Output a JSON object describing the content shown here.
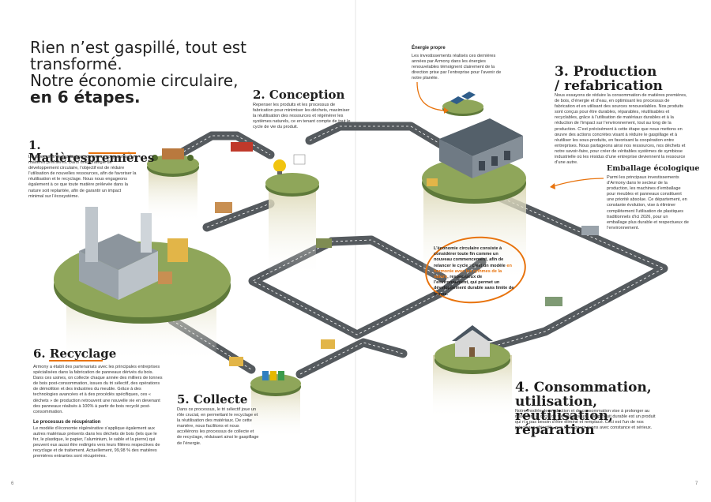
{
  "headline": {
    "line1": "Rien n’est gaspillé, tout est transformé.",
    "line2": "Notre économie circulaire,",
    "line3": "en 6 étapes."
  },
  "steps": {
    "s1": {
      "title": "1. Matièrespremières",
      "body": "Le processus de production commence toujours par les matières premières. Dans une stratégie de développement circulaire, l’objectif est de réduire l’utilisation de nouvelles ressources, afin de favoriser la réutilisation et le recyclage. Nous nous engageons également à ce que toute matière prélevée dans la nature soit replantée, afin de garantir un impact minimal sur l’écosystème."
    },
    "s2": {
      "title": "2. Conception",
      "body": "Repenser les produits et les processus de fabrication pour minimiser les déchets, maximiser la réutilisation des ressources et régénérer les systèmes naturels, ce en tenant compte de tout le cycle de vie du produit."
    },
    "s3": {
      "title_line1": "3. Production",
      "title_line2": "/ refabrication",
      "body": "Nous essayons de réduire la consommation de matières premières, de bois, d’énergie et d’eau, en optimisant les processus de fabrication et en utilisant des sources renouvelables. Nos produits sont conçus pour être durables, réparables, réutilisables et recyclables, grâce à l’utilisation de matériaux durables et à la réduction de l’impact sur l’environnement, tout au long de la production. C’est précisément à cette étape que nous mettons en œuvre des actions concrètes visant à réduire le gaspillage et à réutiliser les sous-produits, en favorisant la coopération entre entreprises. Nous partageons ainsi nos ressources, nos déchets et notre savoir-faire, pour créer de véritables systèmes de symbiose industrielle où les résidus d’une entreprise deviennent la ressource d’une autre."
    },
    "s4": {
      "title_line1": "4. Consommation, utilisation,",
      "title_line2": "réutilisation, réparation",
      "body": "Notre modèle de production et de consommation vise à prolonger au maximum le cycle de vie des produits. Un produit durable est un produit qui n’a pas besoin d’être éliminé et remplacé. Ceci est l’un de nos principaux objectifs, que nous poursuivons avec constance et sérieux."
    },
    "s5": {
      "title": "5. Collecte",
      "body": "Dans ce processus, le tri sélectif joue un rôle crucial, en permettant le recyclage et la réutilisation des matériaux. De cette manière, nous facilitons et nous accélérons les processus de collecte et de recyclage, réduisant ainsi le gaspillage de l’énergie."
    },
    "s6": {
      "title": "6. Recyclage",
      "body": "Armony a établi des partenariats avec les principales entreprises spécialisées dans la fabrication de panneaux dérivés du bois. Dans ces usines, on collecte chaque année des milliers de tonnes de bois post-consommation, issues du tri sélectif, des opérations de démolition et des industries du meuble. Grâce à des technologies avancées et à des procédés spécifiques, ces « déchets » de production retrouvent une nouvelle vie en devenant des panneaux réalisés à 100% à partir de bois recyclé post-consommation.",
      "sub_title": "Le processus de récupération",
      "sub_body": "Le modèle d’économie régénérative s’applique également aux autres matériaux présents dans les déchets de bois (tels que le fer, le plastique, le papier, l’aluminium, le sable et la pierre) qui peuvent eux aussi être redirigés vers leurs filières respectives de recyclage et de traitement. Actuellement, 99,98 % des matières premières entrantes sont récupérées."
    }
  },
  "energy": {
    "title": "Énergie propre",
    "body": "Les investissements réalisés ces dernières années par Armony dans les énergies renouvelables témoignent clairement de la direction prise par l’entreprise pour l’avenir de notre planète."
  },
  "packaging": {
    "title": "Emballage écologique",
    "body": "Parmi les principaux investissements d’Armony dans le secteur de la production, les machines d’emballage pour meubles et panneaux constituent une priorité absolue. Ce département, en constante évolution, vise à éliminer complètement l’utilisation de plastiques traditionnels d’ici 2026, pour un emballage plus durable et respectueux de l’environnement."
  },
  "callout": {
    "before": "L’économie circulaire consiste à considérer toute fin comme un nouveau commencement, afin de relancer le cycle : c’est un modèle ",
    "highlight": "en harmonie avec les rythmes de la nature",
    "after": ", respectueux de l’environnement, qui permet un développement durable sans limite de temps."
  },
  "page_numbers": {
    "left": "6",
    "right": "7"
  },
  "colors": {
    "accent": "#e8730d",
    "grass": "#8fa65a",
    "road": "#555a5e",
    "soil": "#dcd8b4"
  },
  "icons": [
    "factory-icon",
    "truck-icon",
    "house-icon",
    "solar-panel-icon",
    "recycle-bin-icon",
    "tree-icon",
    "lightbulb-icon"
  ]
}
